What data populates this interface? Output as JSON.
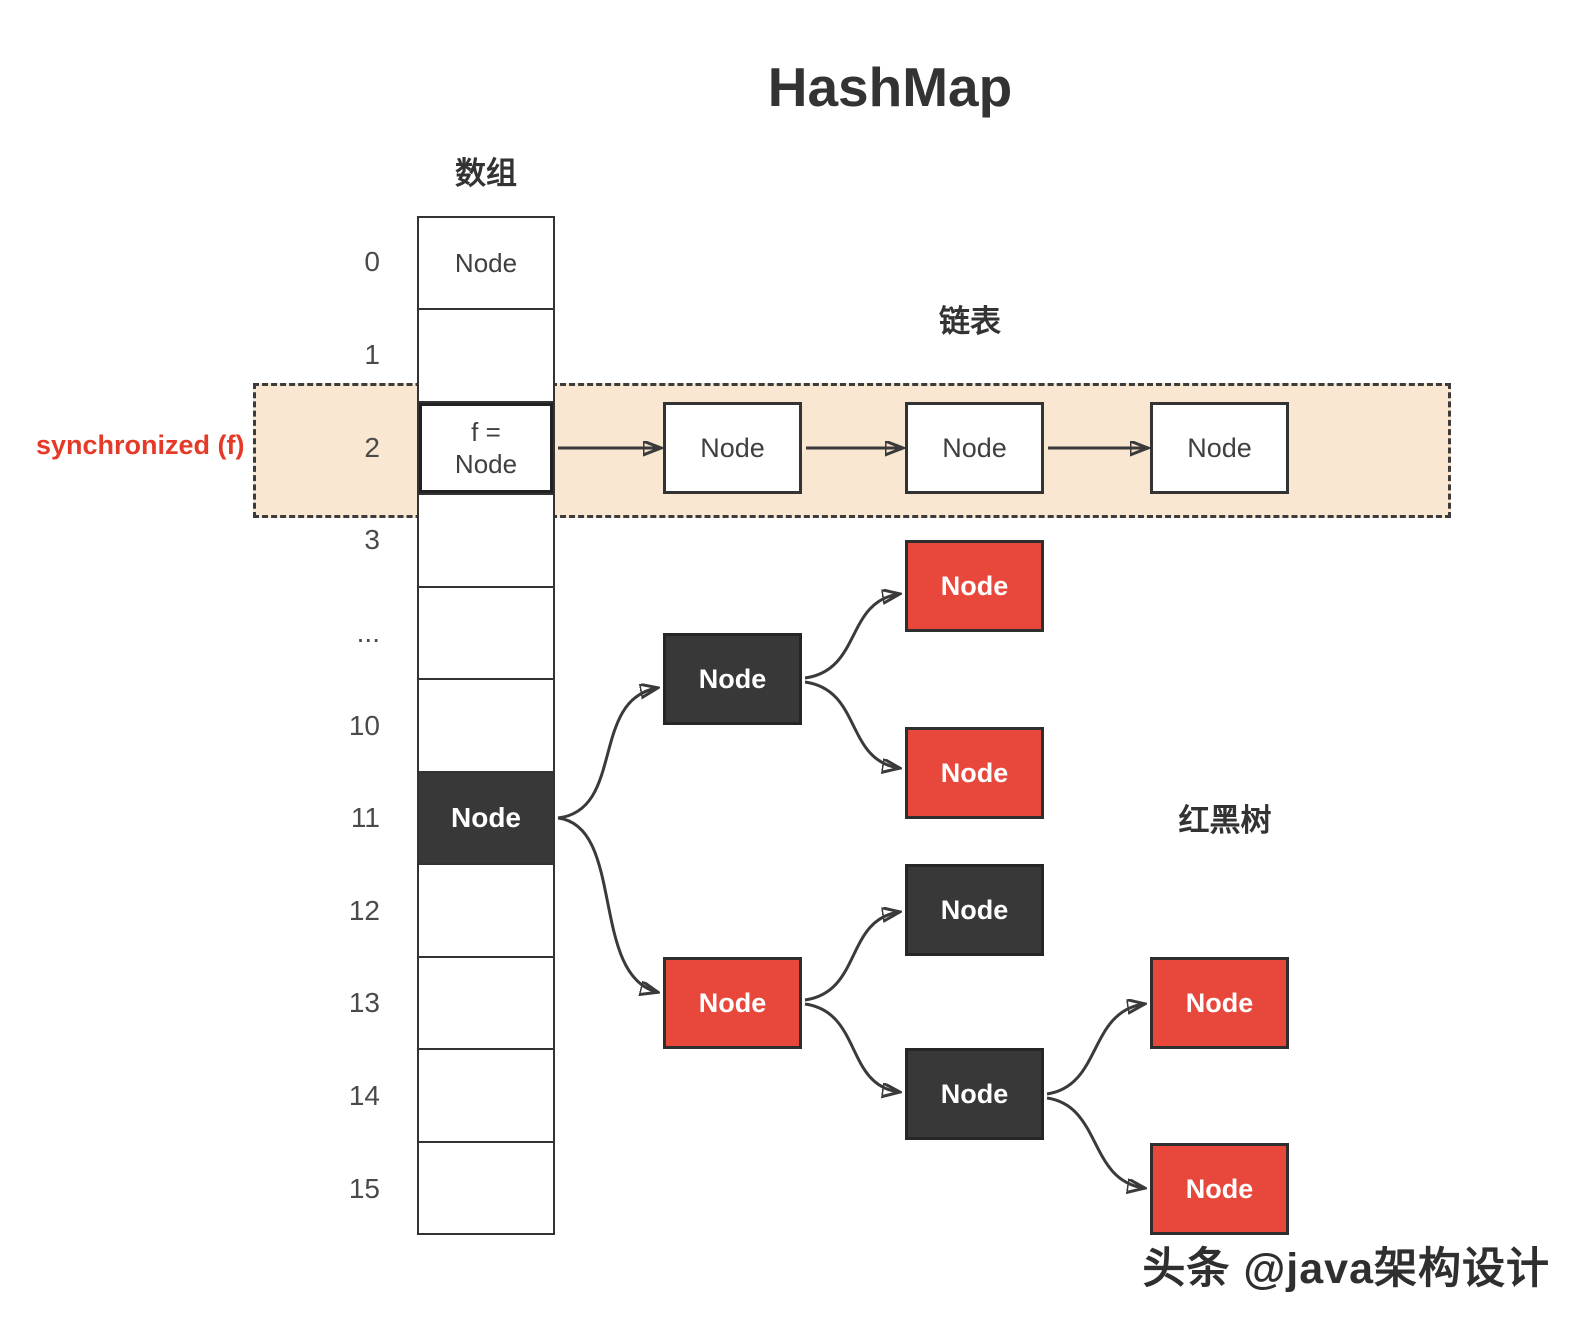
{
  "title": "HashMap",
  "labels": {
    "array_title": "数组",
    "linked_list_title": "链表",
    "red_black_tree_title": "红黑树",
    "synchronized_label": "synchronized (f)"
  },
  "array": {
    "rows": [
      {
        "index": "0",
        "content": "Node"
      },
      {
        "index": "1",
        "content": ""
      },
      {
        "index": "2",
        "line1": "f =",
        "line2": "Node"
      },
      {
        "index": "3",
        "content": ""
      },
      {
        "index": "...",
        "content": ""
      },
      {
        "index": "10",
        "content": ""
      },
      {
        "index": "11",
        "content": "Node"
      },
      {
        "index": "12",
        "content": ""
      },
      {
        "index": "13",
        "content": ""
      },
      {
        "index": "14",
        "content": ""
      },
      {
        "index": "15",
        "content": ""
      }
    ]
  },
  "linked_list": {
    "nodes": [
      "Node",
      "Node",
      "Node"
    ]
  },
  "tree": {
    "nodes": [
      {
        "id": "left-child",
        "label": "Node",
        "variant": "black"
      },
      {
        "id": "right-child",
        "label": "Node",
        "variant": "red"
      },
      {
        "id": "left-child-top-leaf",
        "label": "Node",
        "variant": "red"
      },
      {
        "id": "left-child-bottom-leaf",
        "label": "Node",
        "variant": "red"
      },
      {
        "id": "right-child-top",
        "label": "Node",
        "variant": "black"
      },
      {
        "id": "right-child-bottom",
        "label": "Node",
        "variant": "black"
      },
      {
        "id": "grandchild-top-leaf",
        "label": "Node",
        "variant": "red"
      },
      {
        "id": "grandchild-bottom-leaf",
        "label": "Node",
        "variant": "red"
      }
    ]
  },
  "watermark": "头条 @java架构设计",
  "colors": {
    "node_red": "#E8483C",
    "node_dark": "#383838",
    "band_fill": "#FAE7D2",
    "sync_red": "#E53A28"
  }
}
